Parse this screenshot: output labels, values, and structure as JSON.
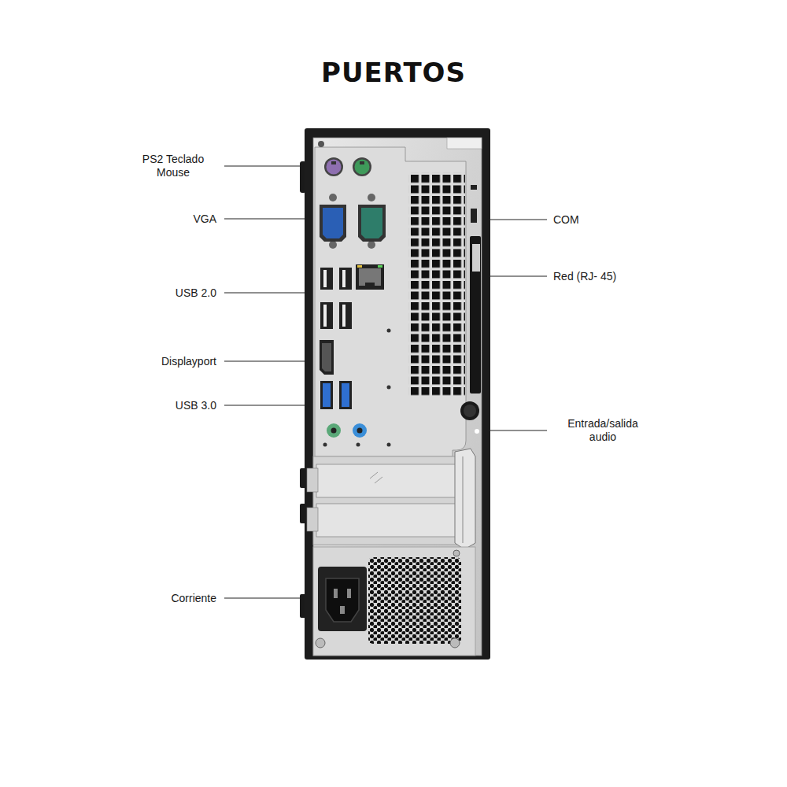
{
  "diagram": {
    "title": "PUERTOS",
    "labels": [
      "PS2 Teclado Mouse",
      "VGA",
      "USB 2.0",
      "Displayport",
      "USB 3.0",
      "Corriente",
      "COM",
      "Red (RJ- 45)",
      "Entrada/salida audio"
    ]
  }
}
